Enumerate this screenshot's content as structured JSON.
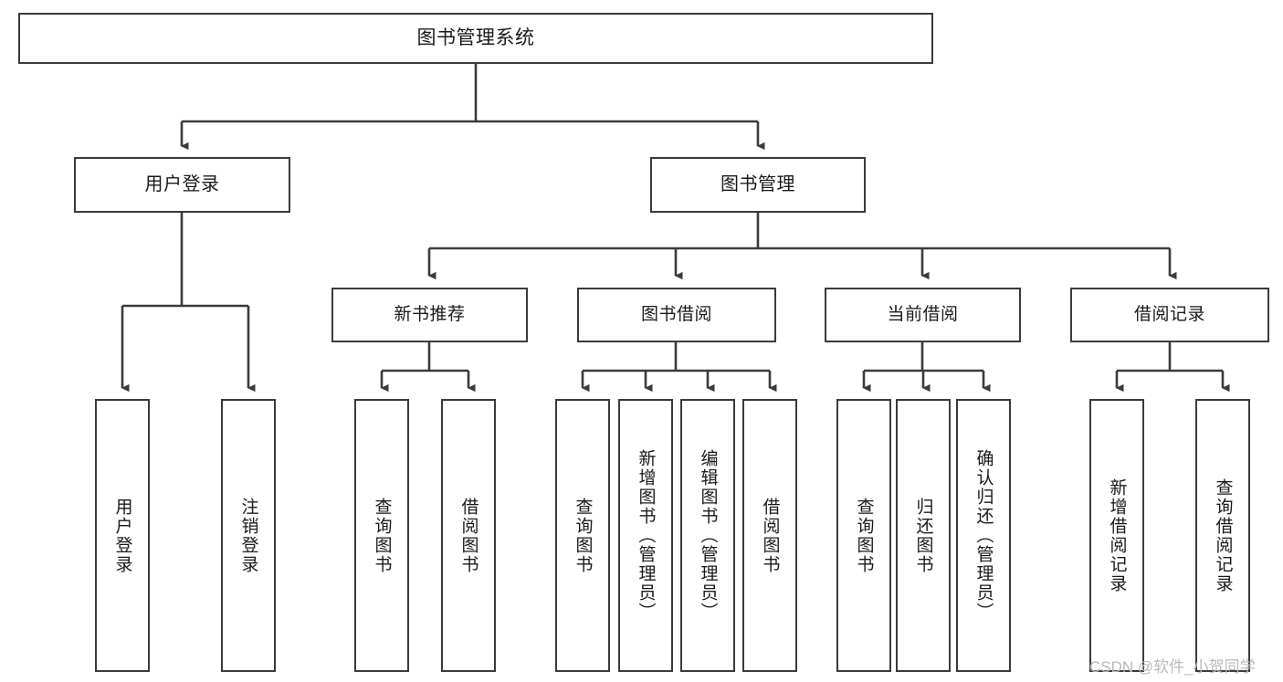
{
  "diagram": {
    "title": "图书管理系统",
    "type": "tree-hierarchy-chart",
    "colors": {
      "background": "#ffffff",
      "node_fill": "#ffffff",
      "node_border": "#3b3b3b",
      "edge": "#3b3b3b",
      "text": "#1a1a1a",
      "watermark": "#b9b9b9"
    },
    "watermark": "CSDN @软件_小贺同学",
    "nodes": {
      "root": {
        "label": "图书管理系统"
      },
      "level1": [
        {
          "label": "用户登录"
        },
        {
          "label": "图书管理"
        }
      ],
      "level2": [
        {
          "label": "新书推荐"
        },
        {
          "label": "图书借阅"
        },
        {
          "label": "当前借阅"
        },
        {
          "label": "借阅记录"
        }
      ],
      "leaves": {
        "user_login": [
          {
            "label": "用户登录"
          },
          {
            "label": "注销登录"
          }
        ],
        "new_book_recommend": [
          {
            "label": "查询图书"
          },
          {
            "label": "借阅图书"
          }
        ],
        "book_borrow": [
          {
            "label": "查询图书"
          },
          {
            "label": "新增图书（管理员）"
          },
          {
            "label": "编辑图书（管理员）"
          },
          {
            "label": "借阅图书"
          }
        ],
        "current_borrow": [
          {
            "label": "查询图书"
          },
          {
            "label": "归还图书"
          },
          {
            "label": "确认归还（管理员）"
          }
        ],
        "borrow_record": [
          {
            "label": "新增借阅记录"
          },
          {
            "label": "查询借阅记录"
          }
        ]
      }
    }
  }
}
